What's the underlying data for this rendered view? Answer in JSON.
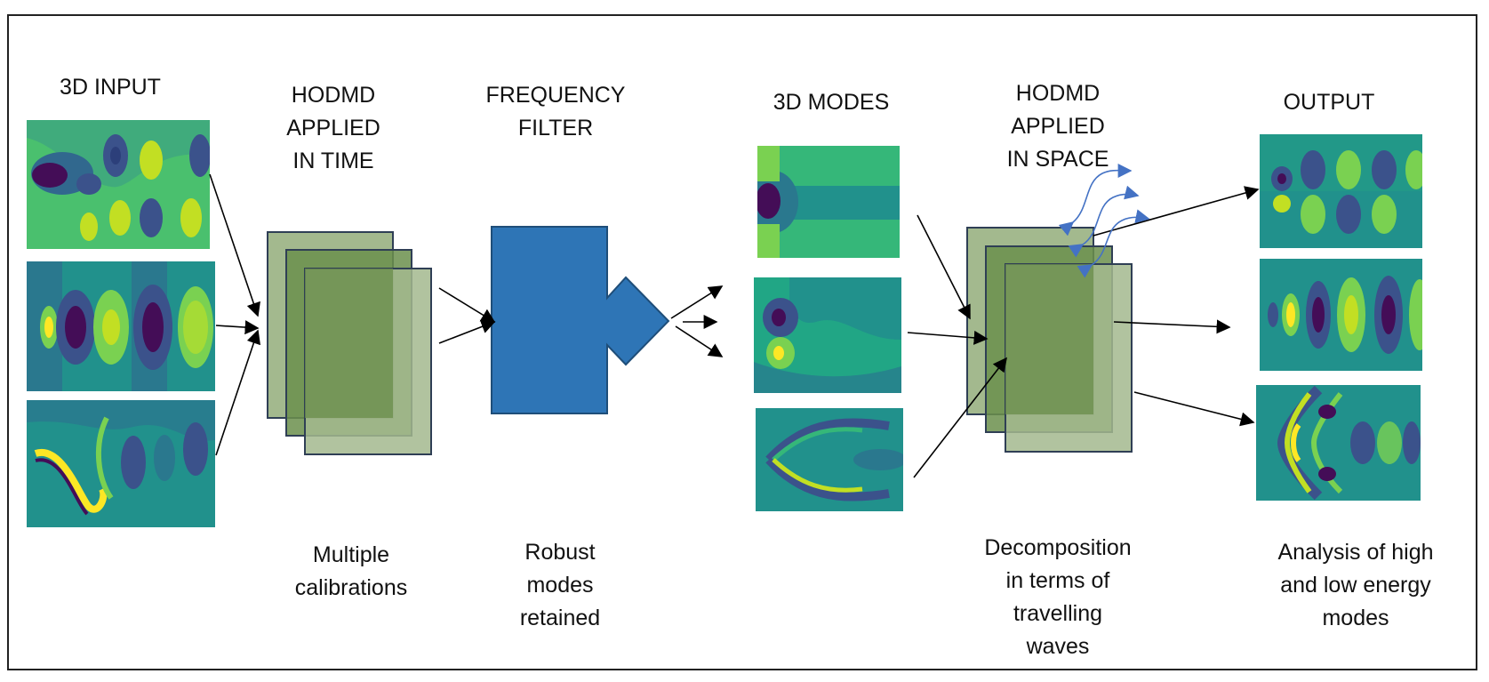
{
  "labels": {
    "input_title": "3D INPUT",
    "time_title": "HODMD\nAPPLIED\nIN TIME",
    "filter_title": "FREQUENCY\nFILTER",
    "modes_title": "3D MODES",
    "space_title": "HODMD\nAPPLIED\nIN SPACE",
    "output_title": "OUTPUT",
    "time_caption": "Multiple\ncalibrations",
    "filter_caption": "Robust\nmodes\nretained",
    "space_caption": "Decomposition\nin terms of\ntravelling\nwaves",
    "output_caption": "Analysis of high\nand low energy\nmodes"
  },
  "colors": {
    "frame": "#222222",
    "viridis_dark": "#440d57",
    "viridis_blue": "#3b528b",
    "viridis_teal": "#21918c",
    "viridis_green": "#5ec962",
    "viridis_yellow": "#fde725",
    "stack_fill_light": "#a3b98e",
    "stack_fill_dark": "#6b8f4c",
    "stack_border": "#2f3f55",
    "filter_fill": "#2e75b6",
    "filter_border": "#1f4e79",
    "wave_arrow": "#4472c4",
    "arrow": "#000000"
  }
}
